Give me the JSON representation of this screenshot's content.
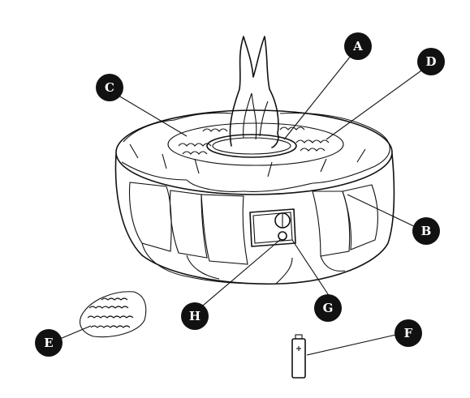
{
  "callouts": [
    {
      "key": "A",
      "label": "A"
    },
    {
      "key": "B",
      "label": "B"
    },
    {
      "key": "C",
      "label": "C"
    },
    {
      "key": "D",
      "label": "D"
    },
    {
      "key": "E",
      "label": "E"
    },
    {
      "key": "F",
      "label": "F"
    },
    {
      "key": "G",
      "label": "G"
    },
    {
      "key": "H",
      "label": "H"
    }
  ],
  "colors": {
    "ink": "#111111",
    "background": "#ffffff"
  },
  "parts": {
    "fire_pit": "fire-pit-body",
    "burner": "burner-ring",
    "lava_rocks": "lava-rock-bed",
    "flame": "flame",
    "control_panel": "control-knob-panel",
    "igniter": "igniter-button",
    "loose_rocks": "loose-lava-rocks",
    "battery": "battery"
  }
}
